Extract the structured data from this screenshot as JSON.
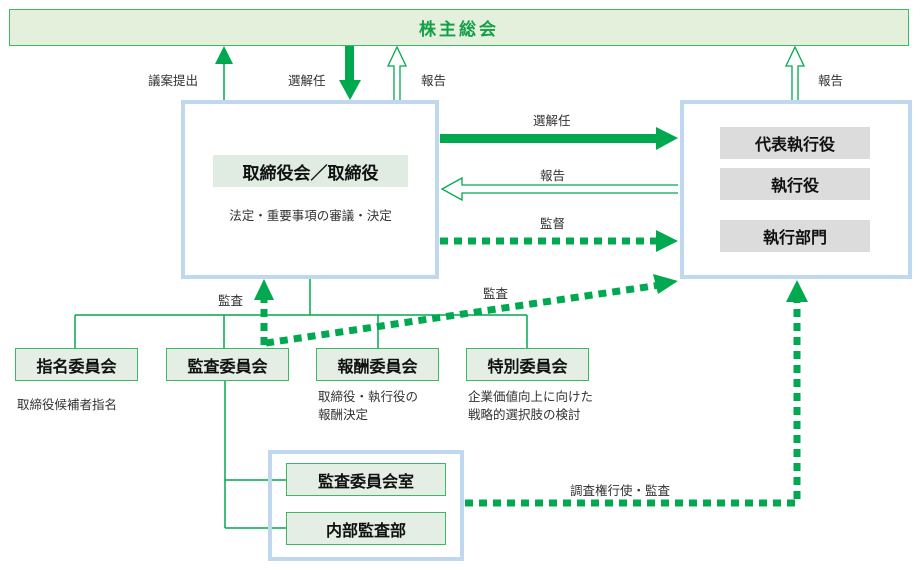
{
  "shareholders": {
    "title": "株主総会"
  },
  "board": {
    "title": "取締役会／取締役",
    "subtitle": "法定・重要事項の審議・決定"
  },
  "executive": {
    "items": [
      "代表執行役",
      "執行役",
      "執行部門"
    ]
  },
  "arrows": {
    "proposal": "議案提出",
    "appoint_top": "選解任",
    "report_top": "報告",
    "report_exec_top": "報告",
    "appoint_exec": "選解任",
    "report_exec": "報告",
    "supervise": "監督",
    "audit_board": "監査",
    "audit_exec": "監査",
    "investigate": "調査権行使・監査"
  },
  "committees": [
    {
      "name": "指名委員会",
      "desc": [
        "取締役候補者指名"
      ]
    },
    {
      "name": "監査委員会",
      "desc": []
    },
    {
      "name": "報酬委員会",
      "desc": [
        "取締役・執行役の",
        "報酬決定"
      ]
    },
    {
      "name": "特別委員会",
      "desc": [
        "企業価値向上に向けた",
        "戦略的選択肢の検討"
      ]
    }
  ],
  "audit_office": {
    "items": [
      "監査委員会室",
      "内部監査部"
    ]
  },
  "colors": {
    "green": "#00a94f",
    "blue_border": "#c0d8ef"
  }
}
